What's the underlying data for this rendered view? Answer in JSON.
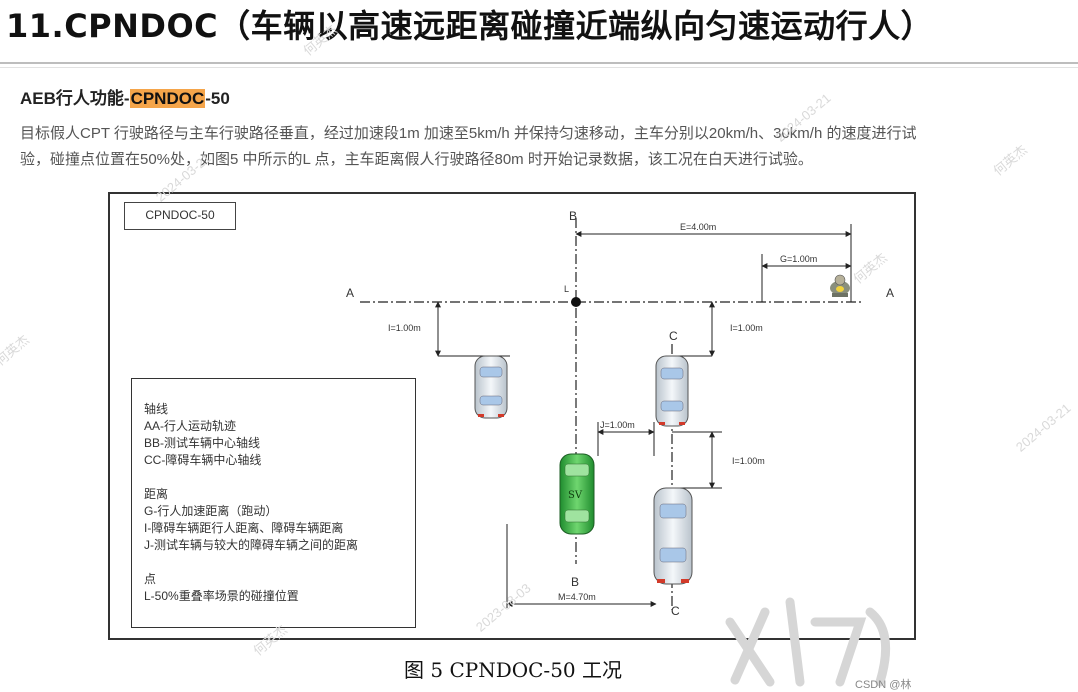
{
  "heading": "11.CPNDOC（车辆以高速远距离碰撞近端纵向匀速运动行人）",
  "subtitle": {
    "prefix": "AEB行人功能-",
    "highlight": "CPNDOC",
    "suffix": "-50"
  },
  "paragraph": [
    "目标假人CPT 行驶路径与主车行驶路径垂直，经过加速段1m 加速至5km/h 并保持匀速移动，主车分别以20km/h、30km/h 的速度进行试",
    "验，碰撞点位置在50%处，如图5 中所示的L 点，主车距离假人行驶路径80m 时开始记录数据，该工况在白天进行试验。"
  ],
  "figure": {
    "title": "CPNDOC-50",
    "axis_labels": {
      "a_left": "A",
      "a_right": "A",
      "b_top": "B",
      "b_bottom": "B",
      "c_top": "C",
      "c_bottom": "C",
      "l": "L"
    },
    "dimensions": {
      "e": "E=4.00m",
      "g": "G=1.00m",
      "i_left": "I=1.00m",
      "i_right": "I=1.00m",
      "i_mid": "I=1.00m",
      "j": "J=1.00m",
      "m": "M=4.70m"
    },
    "test_vehicle_label": "SV",
    "legend": {
      "axes_title": "轴线",
      "axes_items": [
        "AA-行人运动轨迹",
        "BB-测试车辆中心轴线",
        "CC-障碍车辆中心轴线"
      ],
      "distances_title": "距离",
      "distances_items": [
        "G-行人加速距离（跑动）",
        "I-障碍车辆距行人距离、障碍车辆距离",
        "J-测试车辆与较大的障碍车辆之间的距离"
      ],
      "points_title": "点",
      "points_items": [
        "L-50%重叠率场景的碰撞位置"
      ]
    },
    "colors": {
      "test_vehicle": "#39b54a",
      "obstacle_vehicle": "#e8eef4",
      "taillight": "#d23a2a"
    }
  },
  "caption": "图 5 CPNDOC-50 工况",
  "watermarks": [
    "何英杰",
    "2024-03-21",
    "2023-08-03"
  ],
  "source_mark": "CSDN @林"
}
